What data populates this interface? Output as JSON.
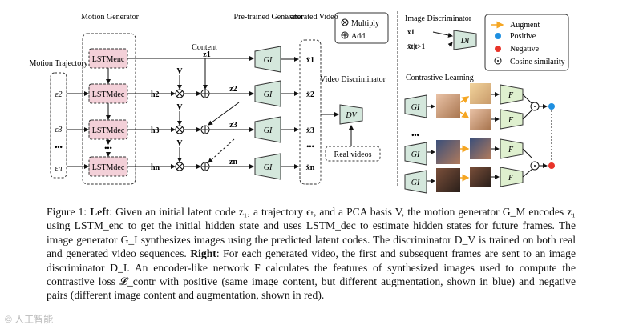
{
  "left": {
    "motion_generator_label": "Motion Generator",
    "motion_trajectory_label": "Motion Trajectory",
    "content_label": "Content",
    "pretrained_generator_label": "Pre-trained Generator",
    "generated_video_label": "Generated Video",
    "video_discriminator_label": "Video Discriminator",
    "real_videos_label": "Real videos",
    "legend": {
      "multiply": "Multiply",
      "add": "Add"
    },
    "epsilons": [
      "ε2",
      "ε3",
      "•••",
      "εn"
    ],
    "lstm_boxes": [
      "LSTMenc",
      "LSTMdec",
      "LSTMdec",
      "•••",
      "LSTMdec"
    ],
    "hidden_states": [
      "h2",
      "h3",
      "hn"
    ],
    "z_labels": [
      "z1",
      "z2",
      "z3",
      "zn"
    ],
    "V": "V",
    "gi": "GI",
    "dv": "DV",
    "x_labels": [
      "x̄1",
      "x̄2",
      "x̄3",
      "x̄n"
    ]
  },
  "right": {
    "image_discriminator_label": "Image Discriminator",
    "x1": "x̄1",
    "xt": "x̄t|t>1",
    "di": "DI",
    "contrastive_label": "Contrastive Learning",
    "f": "F",
    "legend": {
      "augment": "Augment",
      "positive": "Positive",
      "negative": "Negative",
      "cosine": "Cosine similarity"
    },
    "colors": {
      "augment": "#f5a623",
      "positive": "#1e8fe0",
      "negative": "#e8342a",
      "generator_fill": "#d4e7dc",
      "f_fill": "#dff0cf",
      "lstm_fill": "#f3d0d8"
    }
  },
  "caption": {
    "fig_label": "Figure 1:",
    "left_bold": "Left",
    "left_text": ": Given an initial latent code z₁, a trajectory ϵₜ, and a PCA basis V, the motion generator G_M encodes z₁ using LSTM_enc to get the initial hidden state and uses LSTM_dec to estimate hidden states for future frames. The image generator G_I synthesizes images using the predicted latent codes. The discriminator D_V is trained on both real and generated video sequences.",
    "right_bold": "Right",
    "right_text": ": For each generated video, the first and subsequent frames are sent to an image discriminator D_I. An encoder-like network F calculates the features of synthesized images used to compute the contrastive loss 𝓛_contr with positive (same image content, but different augmentation, shown in blue) and negative pairs (different image content and augmentation, shown in red)."
  },
  "watermark": "© 人工智能"
}
